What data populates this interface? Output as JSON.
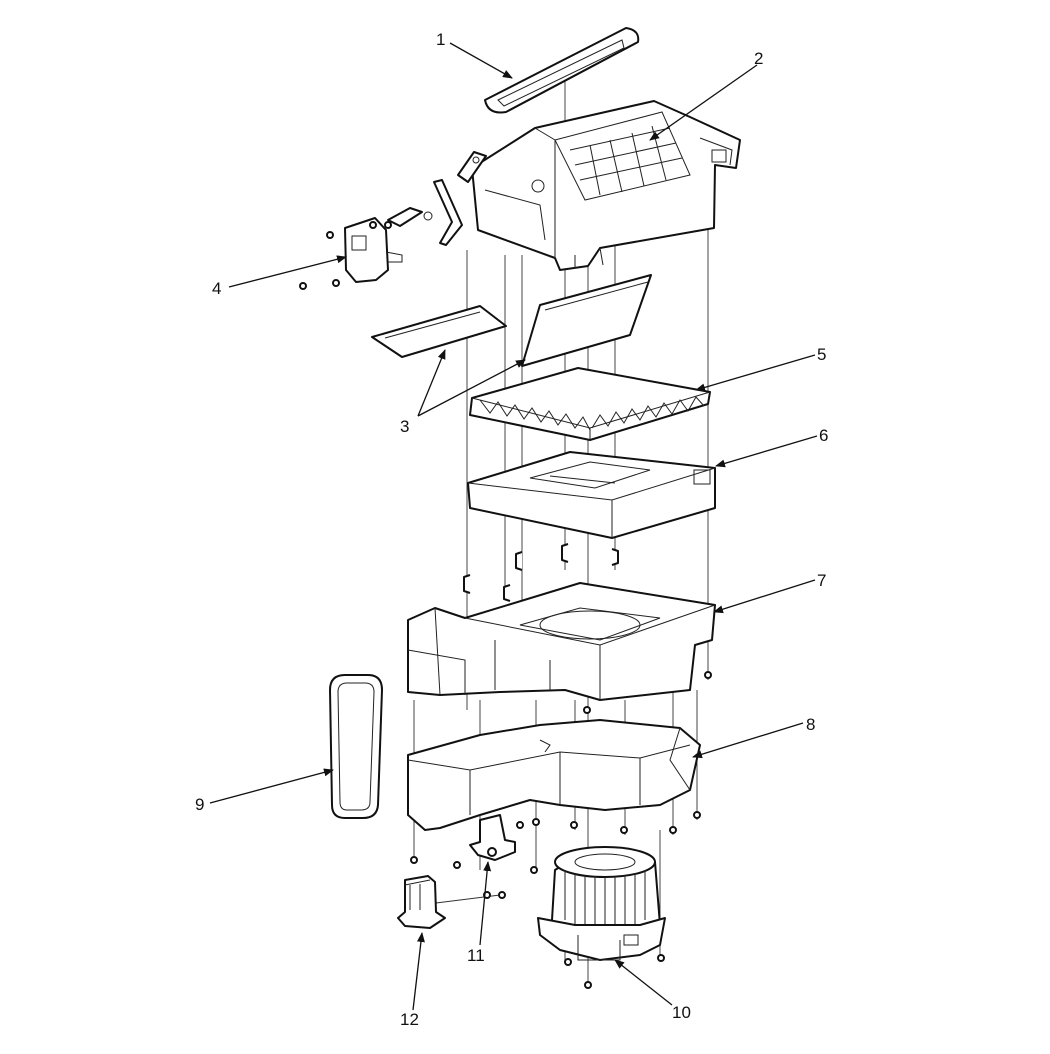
{
  "callouts": [
    {
      "id": "1",
      "text": "1"
    },
    {
      "id": "2",
      "text": "2"
    },
    {
      "id": "3",
      "text": "3"
    },
    {
      "id": "4",
      "text": "4"
    },
    {
      "id": "5",
      "text": "5"
    },
    {
      "id": "6",
      "text": "6"
    },
    {
      "id": "7",
      "text": "7"
    },
    {
      "id": "8",
      "text": "8"
    },
    {
      "id": "9",
      "text": "9"
    },
    {
      "id": "10",
      "text": "10"
    },
    {
      "id": "11",
      "text": "11"
    },
    {
      "id": "12",
      "text": "12"
    }
  ],
  "colors": {
    "line": "#111111",
    "background": "#ffffff"
  }
}
